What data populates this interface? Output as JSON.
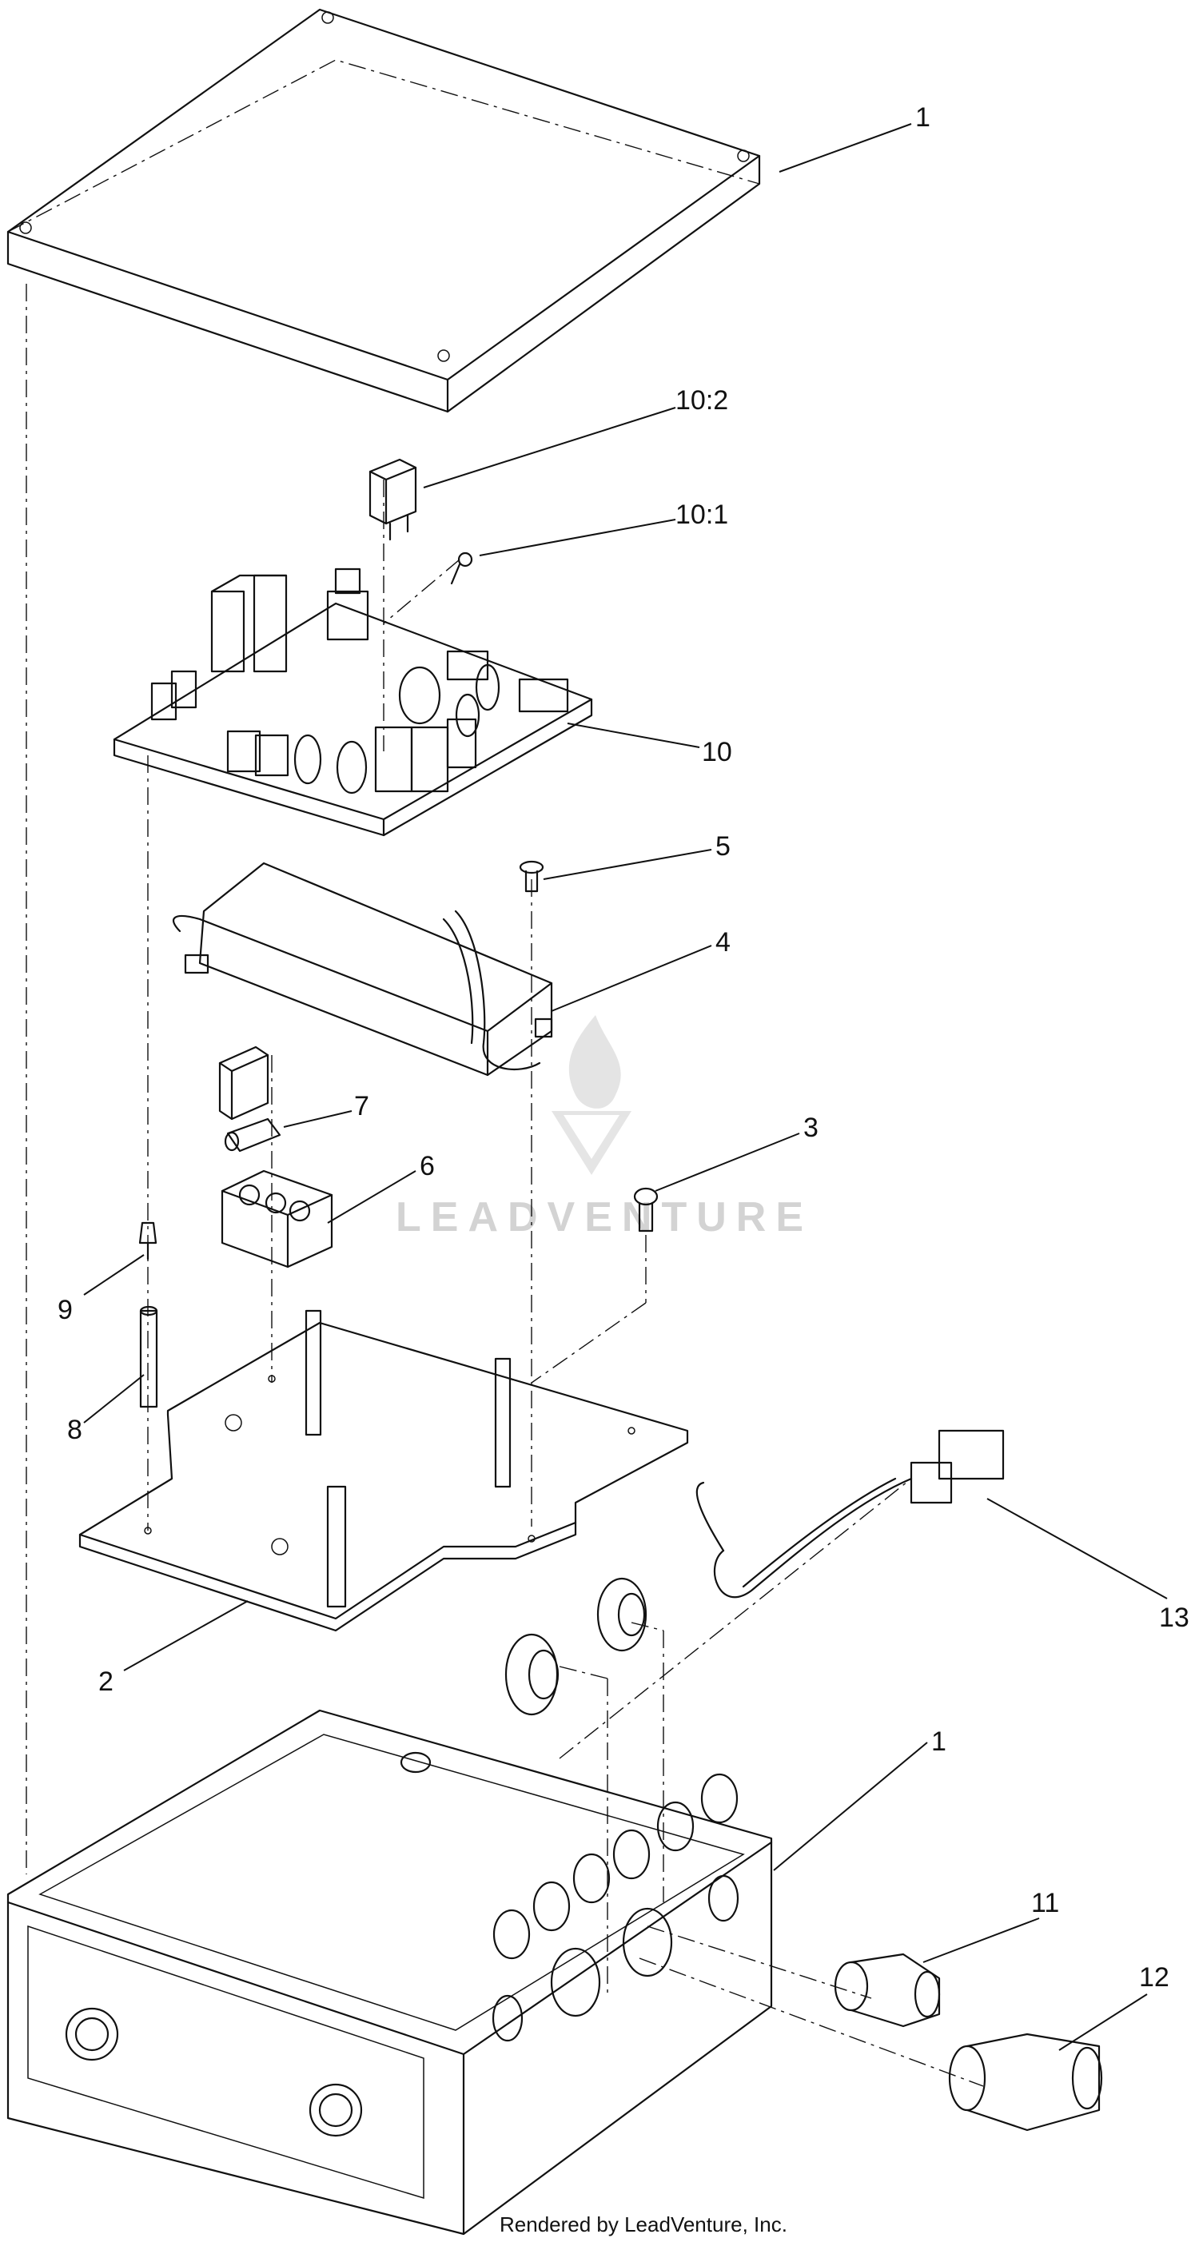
{
  "callouts": [
    {
      "label": "1"
    },
    {
      "label": "10:2"
    },
    {
      "label": "10:1"
    },
    {
      "label": "10"
    },
    {
      "label": "5"
    },
    {
      "label": "4"
    },
    {
      "label": "7"
    },
    {
      "label": "3"
    },
    {
      "label": "6"
    },
    {
      "label": "9"
    },
    {
      "label": "8"
    },
    {
      "label": "13"
    },
    {
      "label": "2"
    },
    {
      "label": "1"
    },
    {
      "label": "11"
    },
    {
      "label": "12"
    }
  ],
  "watermark": {
    "text": "LEADVENTURE"
  },
  "footer": {
    "text": "Rendered by LeadVenture, Inc."
  }
}
